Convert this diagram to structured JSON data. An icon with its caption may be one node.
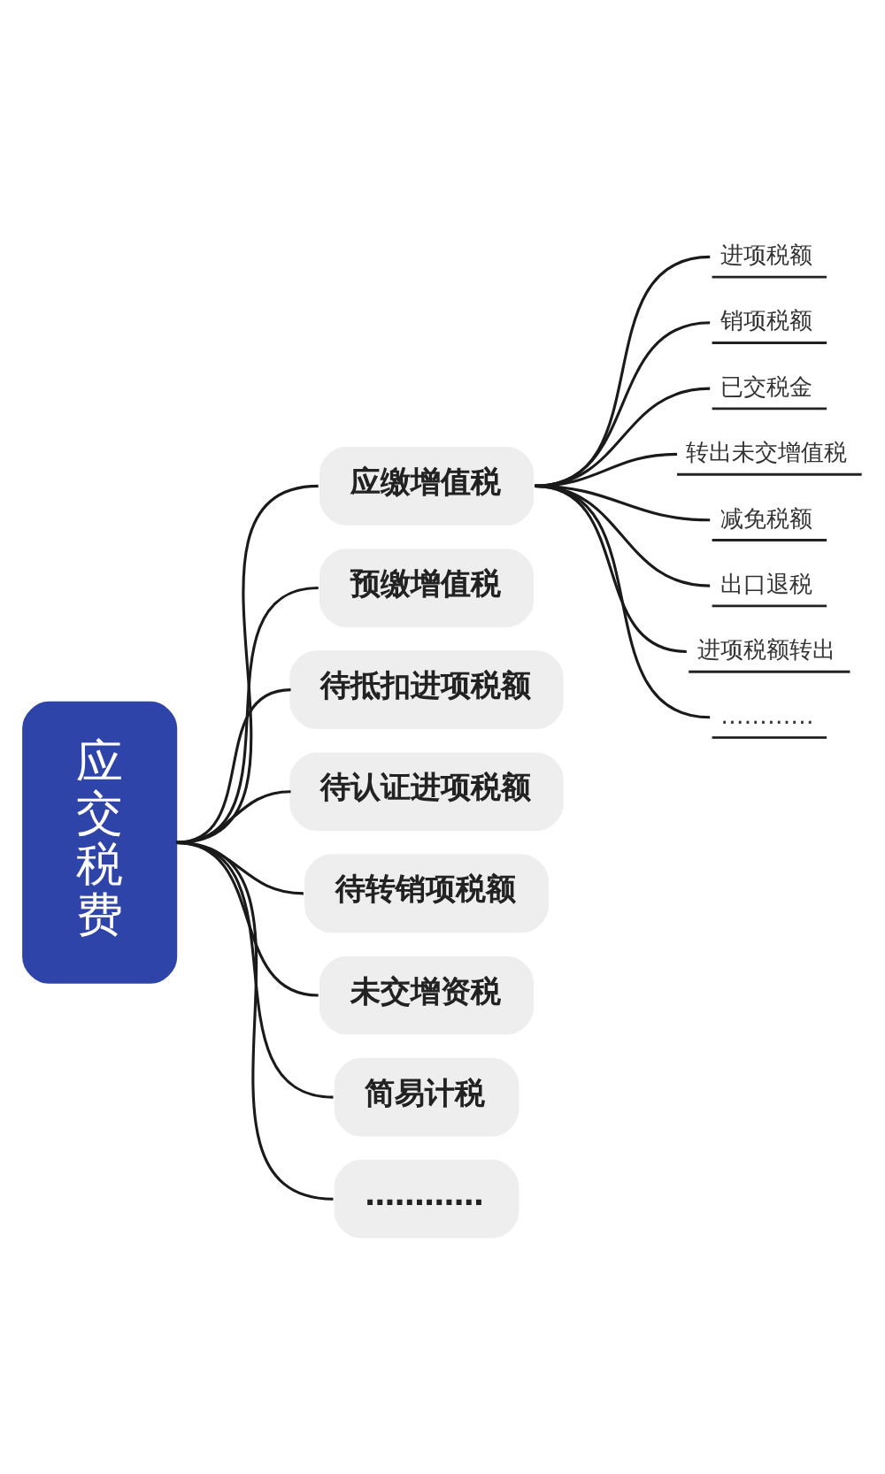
{
  "diagram": {
    "nodes": [
      {
        "text": [
          "应交税费"
        ]
      },
      {
        "text": [
          "应缴增值税"
        ]
      },
      {
        "text": [
          "进项税额"
        ]
      },
      {
        "text": [
          "销项税额"
        ]
      },
      {
        "text": [
          "已交税金"
        ]
      },
      {
        "text": [
          "转出未交增值税"
        ]
      },
      {
        "text": [
          "减免税额"
        ]
      },
      {
        "text": [
          "出口退税"
        ]
      },
      {
        "text": [
          "进项税额转出"
        ]
      },
      {
        "text": [
          "…………"
        ]
      },
      {
        "text": [
          "预缴增值税"
        ]
      },
      {
        "text": [
          "待抵扣进项税额"
        ]
      },
      {
        "text": [
          "待认证进项税额"
        ]
      },
      {
        "text": [
          "待转销项税额"
        ]
      },
      {
        "text": [
          "未交增资税"
        ]
      },
      {
        "text": [
          "简易计税"
        ]
      },
      {
        "text": [
          "…………"
        ]
      }
    ],
    "edges": [
      {
        "from": 0,
        "to": 1,
        "arrow": "none"
      },
      {
        "from": 1,
        "to": 2,
        "arrow": "none"
      },
      {
        "from": 1,
        "to": 3,
        "arrow": "none"
      },
      {
        "from": 1,
        "to": 4,
        "arrow": "none"
      },
      {
        "from": 1,
        "to": 5,
        "arrow": "none"
      },
      {
        "from": 1,
        "to": 6,
        "arrow": "none"
      },
      {
        "from": 1,
        "to": 7,
        "arrow": "none"
      },
      {
        "from": 1,
        "to": 8,
        "arrow": "none"
      },
      {
        "from": 1,
        "to": 9,
        "arrow": "none"
      },
      {
        "from": 0,
        "to": 10,
        "arrow": "none"
      },
      {
        "from": 0,
        "to": 11,
        "arrow": "none"
      },
      {
        "from": 0,
        "to": 12,
        "arrow": "none"
      },
      {
        "from": 0,
        "to": 13,
        "arrow": "none"
      },
      {
        "from": 0,
        "to": 14,
        "arrow": "none"
      },
      {
        "from": 0,
        "to": 15,
        "arrow": "none"
      },
      {
        "from": 0,
        "to": 16,
        "arrow": "none"
      }
    ]
  }
}
